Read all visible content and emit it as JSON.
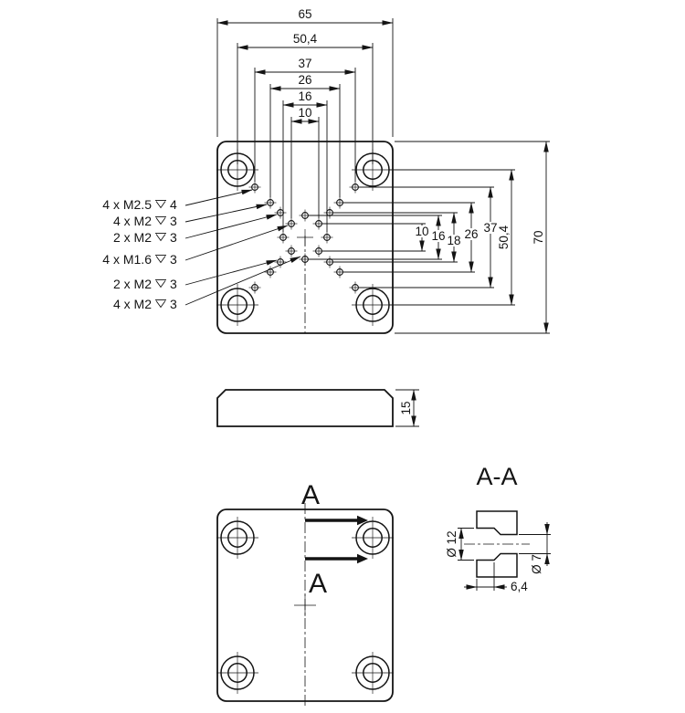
{
  "colors": {
    "line": "#141414",
    "background": "#ffffff"
  },
  "top_view": {
    "horizontal_dims": [
      "65",
      "50,4",
      "37",
      "26",
      "16",
      "10"
    ],
    "vertical_dims": [
      "10",
      "16",
      "18",
      "26",
      "37",
      "50,4",
      "70"
    ],
    "callouts": [
      {
        "thread": "4 x M2.5",
        "depth": "4"
      },
      {
        "thread": "4 x M2",
        "depth": "3"
      },
      {
        "thread": "2 x M2",
        "depth": "3"
      },
      {
        "thread": "4 x M1.6",
        "depth": "3"
      },
      {
        "thread": "2 x M2",
        "depth": "3"
      },
      {
        "thread": "4 x M2",
        "depth": "3"
      }
    ]
  },
  "side_view": {
    "thickness": "15"
  },
  "bottom_view": {
    "section_arrow_top": "A",
    "section_arrow_bottom": "A"
  },
  "section_view": {
    "title": "A-A",
    "counterbore_dia": "Ø 12",
    "through_dia": "Ø 7",
    "counterbore_depth": "6,4"
  }
}
